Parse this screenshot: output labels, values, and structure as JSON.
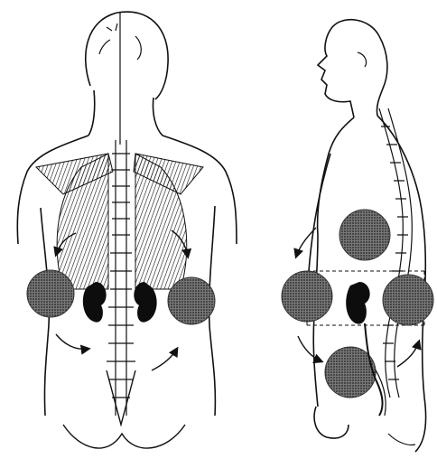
{
  "figure": {
    "background": "#ffffff",
    "ink_color": "#111111",
    "shade_color": "#4a4a4a",
    "organ_color": "#0d0d0d",
    "views": [
      {
        "id": "posterior",
        "description_icon": "back-view-figure-icon",
        "pain_zones": 2,
        "kidneys": 2,
        "arrows": 4
      },
      {
        "id": "lateral",
        "description_icon": "side-view-figure-icon",
        "pain_zones": 4,
        "kidneys": 1,
        "arrows": 3
      }
    ]
  }
}
